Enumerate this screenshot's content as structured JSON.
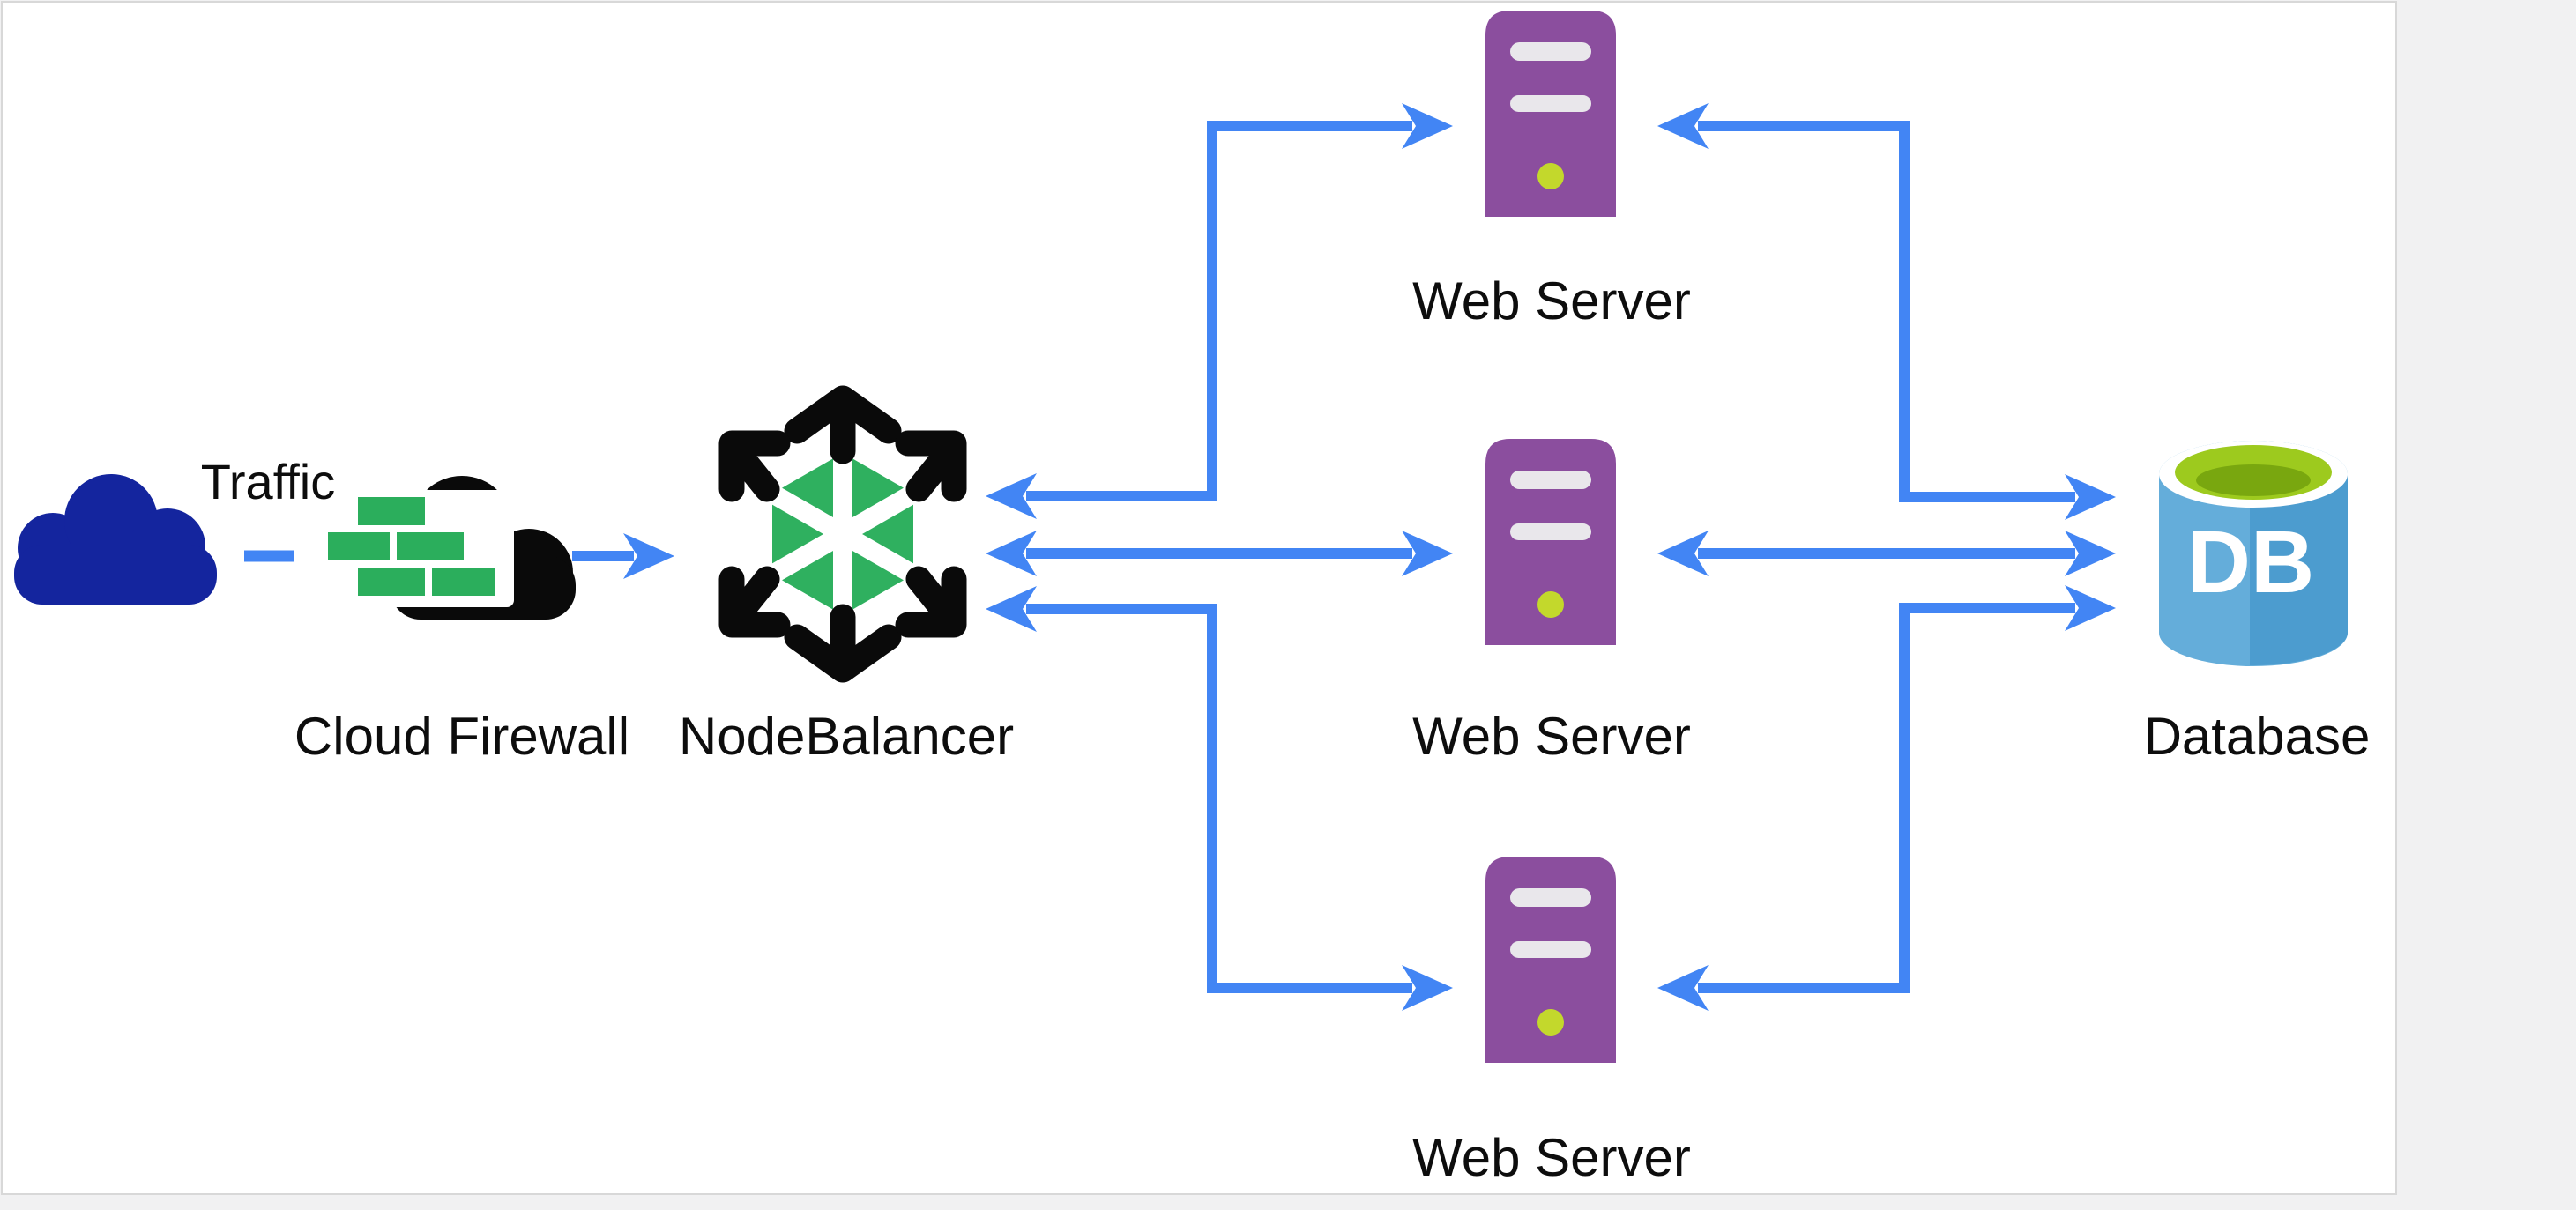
{
  "page": {
    "margin_color": "#F1F1F2",
    "canvas_color": "#FFFFFF",
    "border_color": "#D8D8D8"
  },
  "diagram": {
    "type": "architecture-diagram",
    "colors": {
      "arrow_blue": "#4285F4",
      "label_color": "#0D0D0D",
      "traffic_cloud_navy": "#14259E",
      "firewall_black": "#0A0A0A",
      "brick_green": "#2BAE5C",
      "brick_backing": "#FFFFFF",
      "hexagon_green": "#2FB05F",
      "hexagon_spoke": "#FFFFFF",
      "balancer_arrow_black": "#0A0A0A",
      "server_purple": "#8B4E9E",
      "server_slot": "#E9E7EB",
      "server_led": "#C3D82C",
      "db_blue_light": "#64ADDA",
      "db_blue_dark": "#4C9CCF",
      "db_rim_white": "#FFFFFF",
      "db_green": "#9DCA1E",
      "db_green_dark": "#79A70F",
      "db_text": "#FFFFFF"
    },
    "nodes": {
      "traffic": {
        "label": "Traffic"
      },
      "cloud_firewall": {
        "label": "Cloud Firewall"
      },
      "nodebalancer": {
        "label": "NodeBalancer"
      },
      "web_server_top": {
        "label": "Web Server"
      },
      "web_server_middle": {
        "label": "Web Server"
      },
      "web_server_bottom": {
        "label": "Web Server"
      },
      "database": {
        "label": "Database",
        "badge": "DB"
      }
    },
    "edges": [
      {
        "from": "traffic",
        "to": "cloud_firewall",
        "style": "dashed",
        "arrows": "none"
      },
      {
        "from": "cloud_firewall",
        "to": "nodebalancer",
        "style": "solid",
        "arrows": "forward"
      },
      {
        "from": "nodebalancer",
        "to": "web_server_top",
        "style": "solid",
        "arrows": "both"
      },
      {
        "from": "nodebalancer",
        "to": "web_server_middle",
        "style": "solid",
        "arrows": "both"
      },
      {
        "from": "nodebalancer",
        "to": "web_server_bottom",
        "style": "solid",
        "arrows": "both"
      },
      {
        "from": "web_server_top",
        "to": "database",
        "style": "solid",
        "arrows": "both"
      },
      {
        "from": "web_server_middle",
        "to": "database",
        "style": "solid",
        "arrows": "both"
      },
      {
        "from": "web_server_bottom",
        "to": "database",
        "style": "solid",
        "arrows": "both"
      }
    ]
  }
}
